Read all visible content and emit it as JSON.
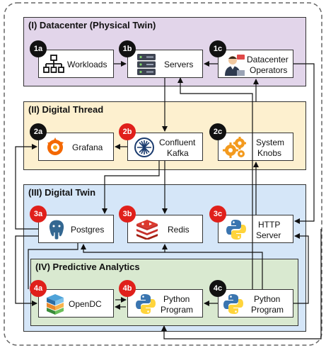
{
  "sections": {
    "datacenter": "(I) Datacenter (Physical Twin)",
    "thread": "(II) Digital Thread",
    "twin": "(III) Digital Twin",
    "analytics": "(IV) Predictive Analytics"
  },
  "nodes": {
    "workloads": {
      "badge": "1a",
      "label": "Workloads",
      "icon": "hierarchy-icon"
    },
    "servers": {
      "badge": "1b",
      "label": "Servers",
      "icon": "server-rack-icon"
    },
    "operators": {
      "badge": "1c",
      "label_line1": "Datacenter",
      "label_line2": "Operators",
      "icon": "operator-icon"
    },
    "grafana": {
      "badge": "2a",
      "label": "Grafana",
      "icon": "grafana-icon"
    },
    "kafka": {
      "badge": "2b",
      "label_line1": "Confluent",
      "label_line2": "Kafka",
      "icon": "kafka-icon"
    },
    "knobs": {
      "badge": "2c",
      "label_line1": "System",
      "label_line2": "Knobs",
      "icon": "gears-icon"
    },
    "postgres": {
      "badge": "3a",
      "label": "Postgres",
      "icon": "postgres-icon"
    },
    "redis": {
      "badge": "3b",
      "label": "Redis",
      "icon": "redis-icon"
    },
    "http": {
      "badge": "3c",
      "label_line1": "HTTP",
      "label_line2": "Server",
      "icon": "python-icon"
    },
    "opendc": {
      "badge": "4a",
      "label": "OpenDC",
      "icon": "opendc-icon"
    },
    "pyprog1": {
      "badge": "4b",
      "label_line1": "Python",
      "label_line2": "Program",
      "icon": "python-icon"
    },
    "pyprog2": {
      "badge": "4c",
      "label_line1": "Python",
      "label_line2": "Program",
      "icon": "python-icon"
    }
  },
  "colors": {
    "datacenter": "#e2d5ea",
    "thread": "#fdf0cf",
    "twin": "#d5e6f8",
    "analytics": "#d9e9d0",
    "badge_black": "#111111",
    "badge_red": "#e0201b"
  }
}
